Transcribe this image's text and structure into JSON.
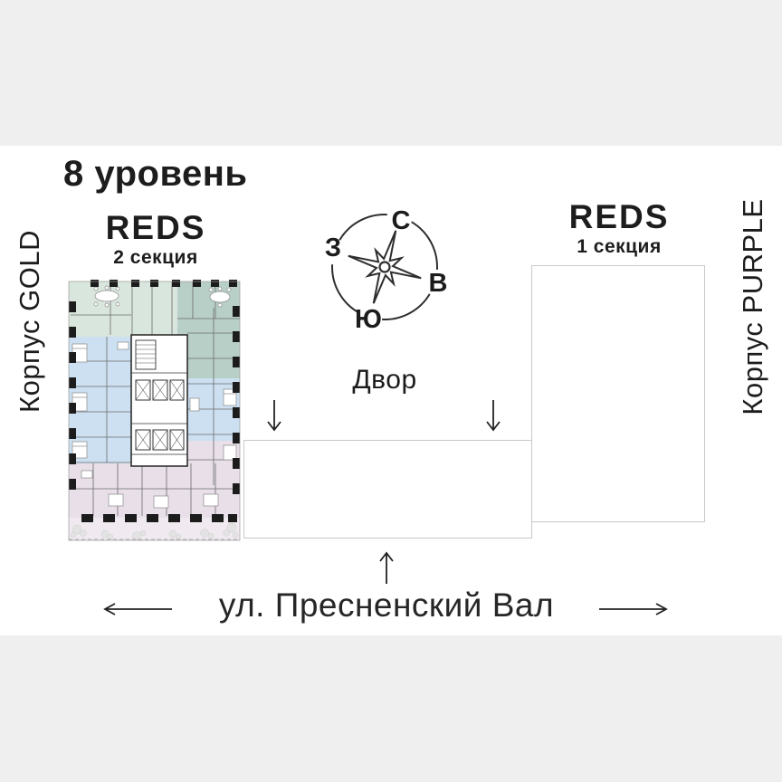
{
  "page": {
    "background": "#ffffff",
    "band_color": "#efefef"
  },
  "title": "8 уровень",
  "buildings": {
    "left": {
      "name": "REDS",
      "section": "2 секция",
      "wing_label": "Корпус GOLD"
    },
    "right": {
      "name": "REDS",
      "section": "1 секция",
      "wing_label": "Корпус PURPLE"
    }
  },
  "compass": {
    "north": "С",
    "east": "В",
    "south": "Ю",
    "west": "З"
  },
  "labels": {
    "courtyard": "Двор",
    "street": "ул. Пресненский Вал"
  },
  "floorplan": {
    "zone_colors": {
      "green": "#d9e6dd",
      "teal": "#b8cfc7",
      "blue": "#cce0f1",
      "pink": "#e8dfe8",
      "terrace": "#f0eaf0"
    }
  }
}
